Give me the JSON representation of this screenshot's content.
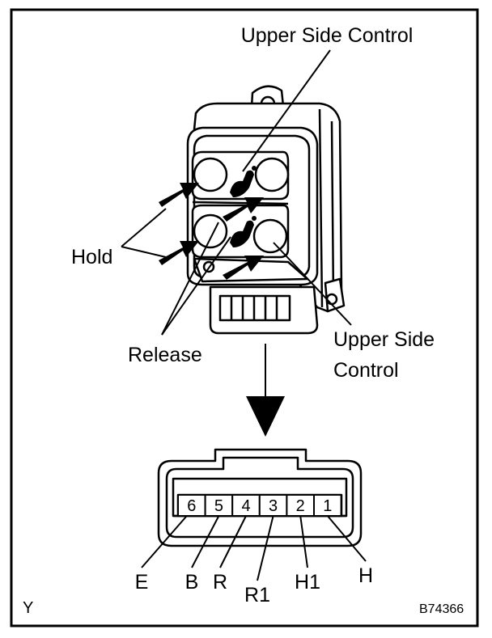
{
  "callouts": {
    "upper_side_control_top": "Upper Side Control",
    "hold": "Hold",
    "release": "Release",
    "upper_side_control_bottom_line1": "Upper Side",
    "upper_side_control_bottom_line2": "Control"
  },
  "connector": {
    "pin_numbers": [
      "6",
      "5",
      "4",
      "3",
      "2",
      "1"
    ],
    "terminal_labels": [
      "E",
      "B",
      "R",
      "R1",
      "H1",
      "H"
    ]
  },
  "corner": {
    "view_letter": "Y",
    "figure_id": "B74366"
  },
  "icons": {
    "seat_symbol": "seat-icon",
    "arrow": "arrow-icon"
  }
}
